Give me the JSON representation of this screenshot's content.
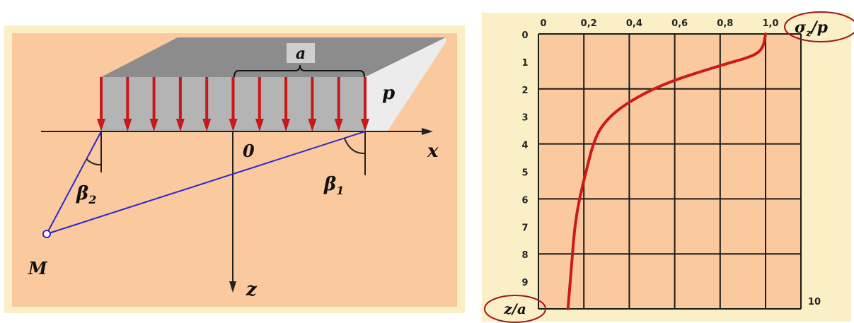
{
  "left_diagram": {
    "load_width_label": "a",
    "load_label": "p",
    "x_axis_label": "x",
    "z_axis_label": "z",
    "origin_label": "0",
    "angle1_label": "β",
    "angle1_sub": "1",
    "angle2_label": "β",
    "angle2_sub": "2",
    "point_label": "M",
    "colors": {
      "background": "#fbc99e",
      "frame": "#fbefc7",
      "load_arrows": "#c81818",
      "lines": "#2c28c8",
      "load_block": "#b4b4b4"
    }
  },
  "chart_data": {
    "type": "line",
    "x_axis_label_main": "σ",
    "x_axis_label_sub": "z",
    "x_axis_label_tail": "/p",
    "y_axis_label": "z/a",
    "x_ticks": [
      "0",
      "0,2",
      "0,4",
      "0,6",
      "0,8",
      "1,0"
    ],
    "y_ticks": [
      "0",
      "1",
      "2",
      "3",
      "4",
      "5",
      "6",
      "7",
      "8",
      "9",
      "10"
    ],
    "xlim": [
      0,
      1.2
    ],
    "ylim": [
      0,
      10
    ],
    "x_axis_position": "top",
    "grid": true,
    "series": [
      {
        "x": [
          1.0,
          0.99,
          0.95,
          0.82,
          0.55,
          0.37,
          0.28,
          0.24,
          0.21,
          0.18,
          0.16,
          0.15,
          0.14,
          0.13
        ],
        "y": [
          0,
          0.5,
          0.8,
          1.1,
          1.8,
          2.6,
          3.3,
          4.0,
          5.0,
          6.0,
          7.0,
          8.0,
          9.0,
          10.0
        ],
        "color": "#cc1a1a"
      }
    ]
  }
}
